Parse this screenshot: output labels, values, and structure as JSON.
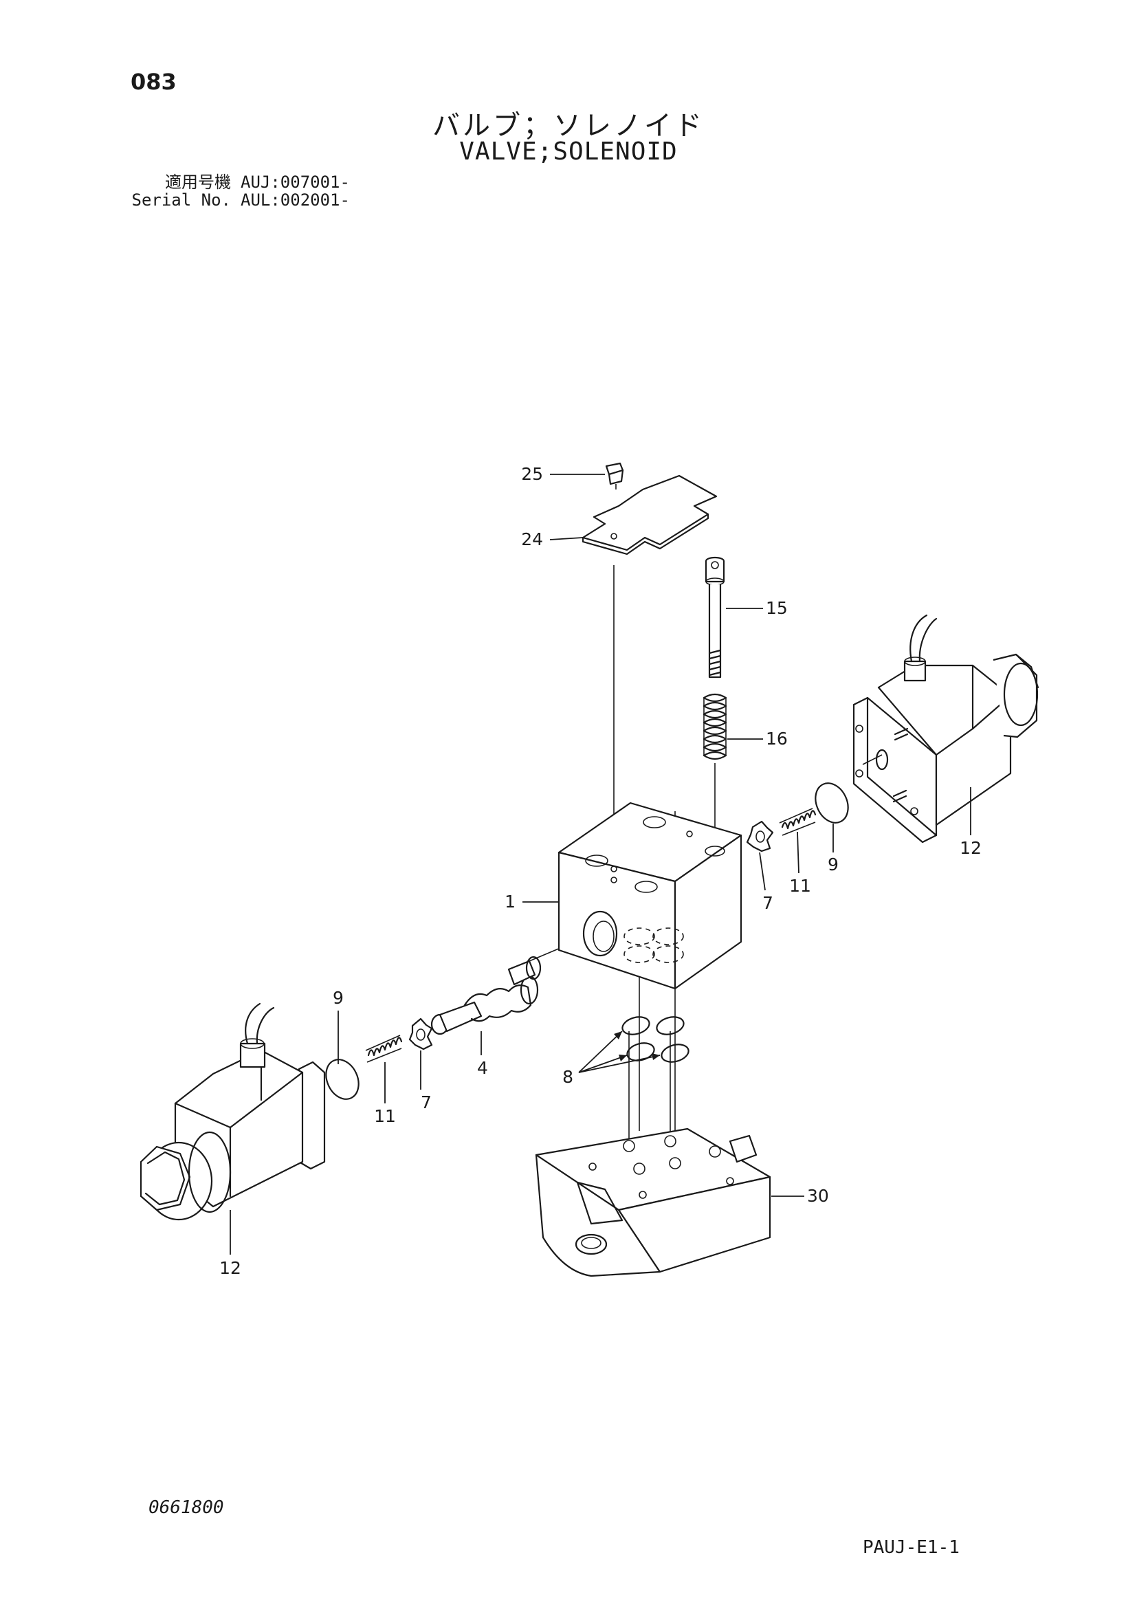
{
  "header": {
    "page_number": "083",
    "title_jp": "バルブ；ソレノイド",
    "title_en": "VALVE;SOLENOID",
    "serial_rows": [
      {
        "label": "適用号機",
        "value": "AUJ:007001-"
      },
      {
        "label": "Serial No.",
        "value": "AUL:002001-"
      }
    ]
  },
  "callouts": [
    {
      "id": "c25",
      "text": "25"
    },
    {
      "id": "c24",
      "text": "24"
    },
    {
      "id": "c15",
      "text": "15"
    },
    {
      "id": "c16",
      "text": "16"
    },
    {
      "id": "c1",
      "text": "1"
    },
    {
      "id": "c7r",
      "text": "7"
    },
    {
      "id": "c11r",
      "text": "11"
    },
    {
      "id": "c9r",
      "text": "9"
    },
    {
      "id": "c12r",
      "text": "12"
    },
    {
      "id": "c9l",
      "text": "9"
    },
    {
      "id": "c11l",
      "text": "11"
    },
    {
      "id": "c7l",
      "text": "7"
    },
    {
      "id": "c4",
      "text": "4"
    },
    {
      "id": "c8",
      "text": "8"
    },
    {
      "id": "c30",
      "text": "30"
    },
    {
      "id": "c12l",
      "text": "12"
    }
  ],
  "footer": {
    "doc_code": "0661800",
    "sheet_code": "PAUJ-E1-1"
  }
}
